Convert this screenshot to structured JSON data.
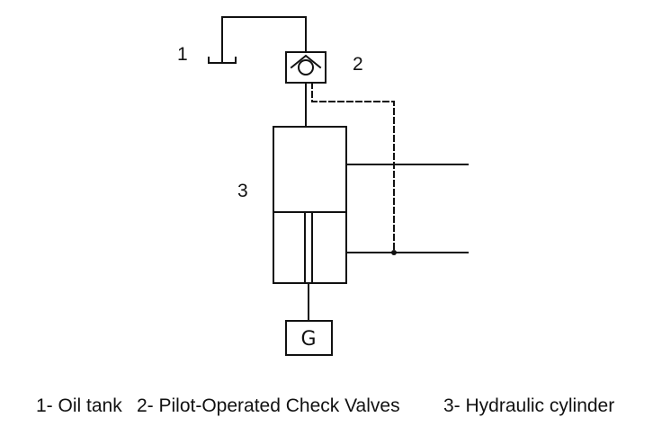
{
  "diagram": {
    "labels": {
      "tank_number": "1",
      "valve_number": "2",
      "cylinder_number": "3",
      "gauge_letter": "G"
    },
    "legend": [
      "1- Oil tank",
      "2- Pilot-Operated Check Valves",
      "3- Hydraulic cylinder"
    ],
    "colors": {
      "line": "#111111",
      "background": "#ffffff"
    }
  }
}
